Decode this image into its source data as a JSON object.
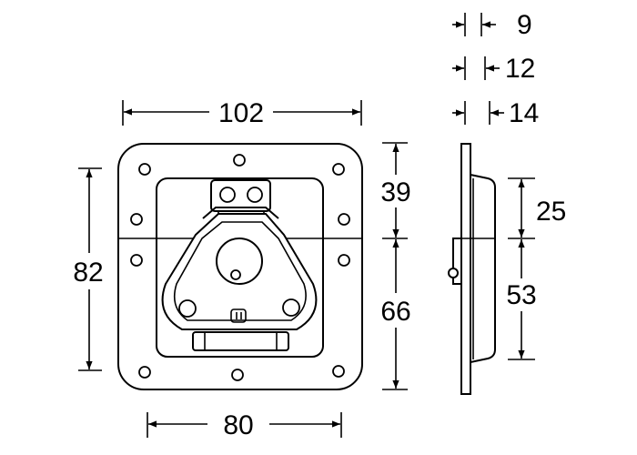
{
  "dimensions": {
    "overall_width": "102",
    "overall_height": "82",
    "recess_width": "80",
    "upper_height": "39",
    "lower_height": "66",
    "side_upper": "25",
    "side_lower": "53",
    "depth_small": "9",
    "depth_medium": "12",
    "depth_large": "14"
  },
  "colors": {
    "line": "#000000",
    "background": "#ffffff"
  }
}
